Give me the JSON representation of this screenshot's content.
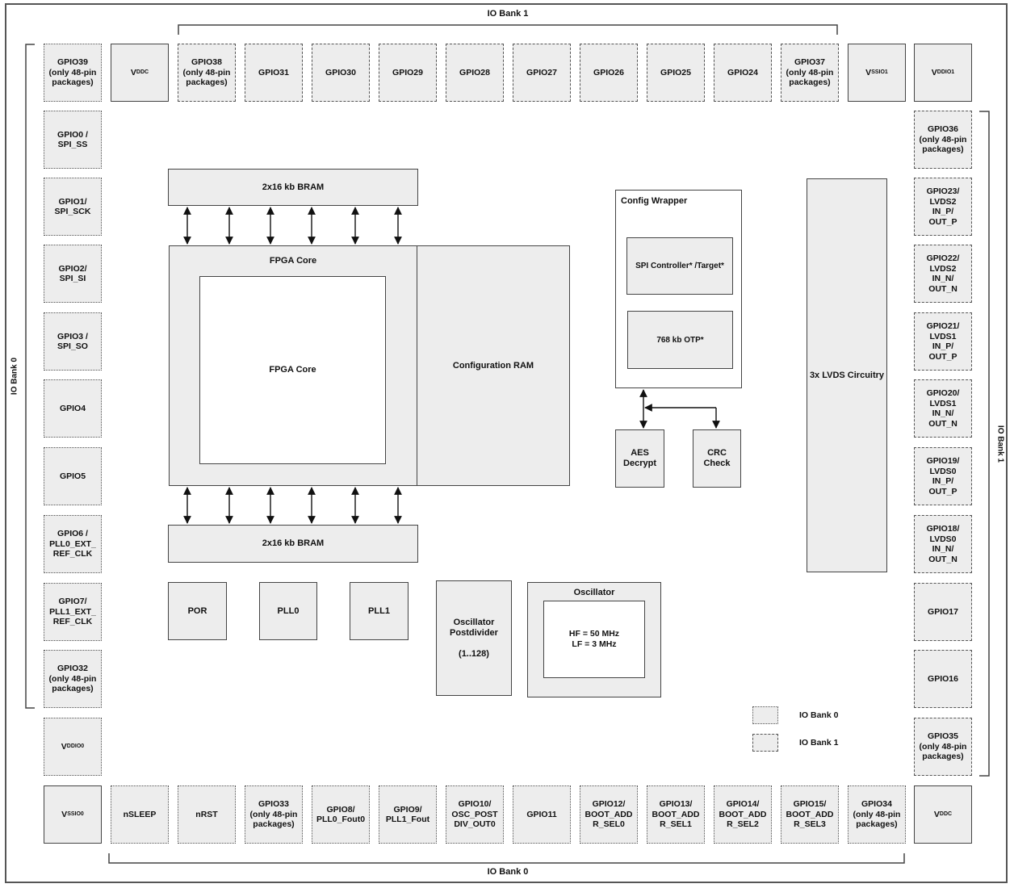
{
  "bank_labels": {
    "top": "IO Bank 1",
    "bottom": "IO Bank 0",
    "left": "IO Bank 0",
    "right": "IO Bank 1"
  },
  "top_pins": {
    "vddc": "V",
    "vddc_sub": "DDC",
    "gpio38": "GPIO38\n(only 48-pin\npackages)",
    "gpio31": "GPIO31",
    "gpio30": "GPIO30",
    "gpio29": "GPIO29",
    "gpio28": "GPIO28",
    "gpio27": "GPIO27",
    "gpio26": "GPIO26",
    "gpio25": "GPIO25",
    "gpio24": "GPIO24",
    "gpio37": "GPIO37\n(only 48-pin\npackages)",
    "vssio1": "V",
    "vssio1_sub": "SSIO1",
    "vddio1": "V",
    "vddio1_sub": "DDIO1"
  },
  "left_pins": {
    "gpio39": "GPIO39\n(only 48-pin\npackages)",
    "gpio0": "GPIO0 /\nSPI_SS",
    "gpio1": "GPIO1/\nSPI_SCK",
    "gpio2": "GPIO2/\nSPI_SI",
    "gpio3": "GPIO3 /\nSPI_SO",
    "gpio4": "GPIO4",
    "gpio5": "GPIO5",
    "gpio6": "GPIO6 /\nPLL0_EXT_\nREF_CLK",
    "gpio7": "GPIO7/\nPLL1_EXT_\nREF_CLK",
    "gpio32": "GPIO32\n(only 48-pin\npackages)",
    "vddio0": "V",
    "vddio0_sub": "DDIO0"
  },
  "right_pins": {
    "gpio36": "GPIO36\n(only 48-pin\npackages)",
    "gpio23": "GPIO23/\nLVDS2\nIN_P/\nOUT_P",
    "gpio22": "GPIO22/\nLVDS2\nIN_N/\nOUT_N",
    "gpio21": "GPIO21/\nLVDS1\nIN_P/\nOUT_P",
    "gpio20": "GPIO20/\nLVDS1\nIN_N/\nOUT_N",
    "gpio19": "GPIO19/\nLVDS0\nIN_P/\nOUT_P",
    "gpio18": "GPIO18/\nLVDS0\nIN_N/\nOUT_N",
    "gpio17": "GPIO17",
    "gpio16": "GPIO16",
    "gpio35": "GPIO35\n(only 48-pin\npackages)"
  },
  "bottom_pins": {
    "vssio0": "V",
    "vssio0_sub": "SSIO0",
    "nsleep": "nSLEEP",
    "nrst": "nRST",
    "gpio33": "GPIO33\n(only 48-pin\npackages)",
    "gpio8": "GPIO8/\nPLL0_Fout0",
    "gpio9": "GPIO9/\nPLL1_Fout",
    "gpio10": "GPIO10/\nOSC_POST\nDIV_OUT0",
    "gpio11": "GPIO11",
    "gpio12": "GPIO12/\nBOOT_ADD\nR_SEL0",
    "gpio13": "GPIO13/\nBOOT_ADD\nR_SEL1",
    "gpio14": "GPIO14/\nBOOT_ADD\nR_SEL2",
    "gpio15": "GPIO15/\nBOOT_ADD\nR_SEL3",
    "gpio34": "GPIO34\n(only 48-pin\npackages)",
    "vddc": "V",
    "vddc_sub": "DDC"
  },
  "blocks": {
    "bram_top": "2x16 kb BRAM",
    "bram_bottom": "2x16 kb BRAM",
    "fpga_core_outer": "FPGA Core",
    "fpga_core_inner": "FPGA Core",
    "config_ram": "Configuration RAM",
    "config_wrapper": "Config Wrapper",
    "spi_controller": "SPI Controller* /Target*",
    "otp": "768 kb OTP*",
    "aes": "AES\nDecrypt",
    "crc": "CRC\nCheck",
    "lvds": "3x LVDS Circuitry",
    "por": "POR",
    "pll0": "PLL0",
    "pll1": "PLL1",
    "osc_postdiv": "Oscillator\nPostdivider\n\n(1..128)",
    "oscillator": "Oscillator",
    "osc_freq": "HF = 50 MHz\nLF = 3 MHz"
  },
  "legend": {
    "bank0": "IO Bank 0",
    "bank1": "IO Bank 1"
  }
}
